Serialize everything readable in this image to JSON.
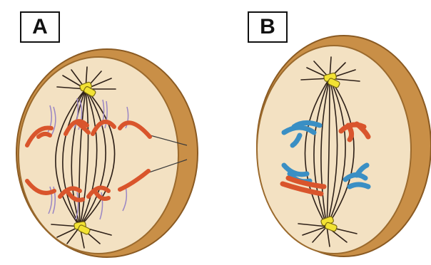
{
  "panels": [
    {
      "label": "A"
    },
    {
      "label": "B"
    }
  ],
  "colors": {
    "cytoplasm": "#f3e1c2",
    "cell_rim": "#c98f47",
    "cell_edge": "#8a5a22",
    "spindle": "#2e2018",
    "centrosome": "#f2e233",
    "chromatid_red": "#d9552c",
    "chromatid_blue": "#3a8fc4",
    "chromatin_purple": "#9a86c4"
  },
  "icons": [
    "cell-disc",
    "centrosome-icon",
    "chromosome-icon"
  ]
}
